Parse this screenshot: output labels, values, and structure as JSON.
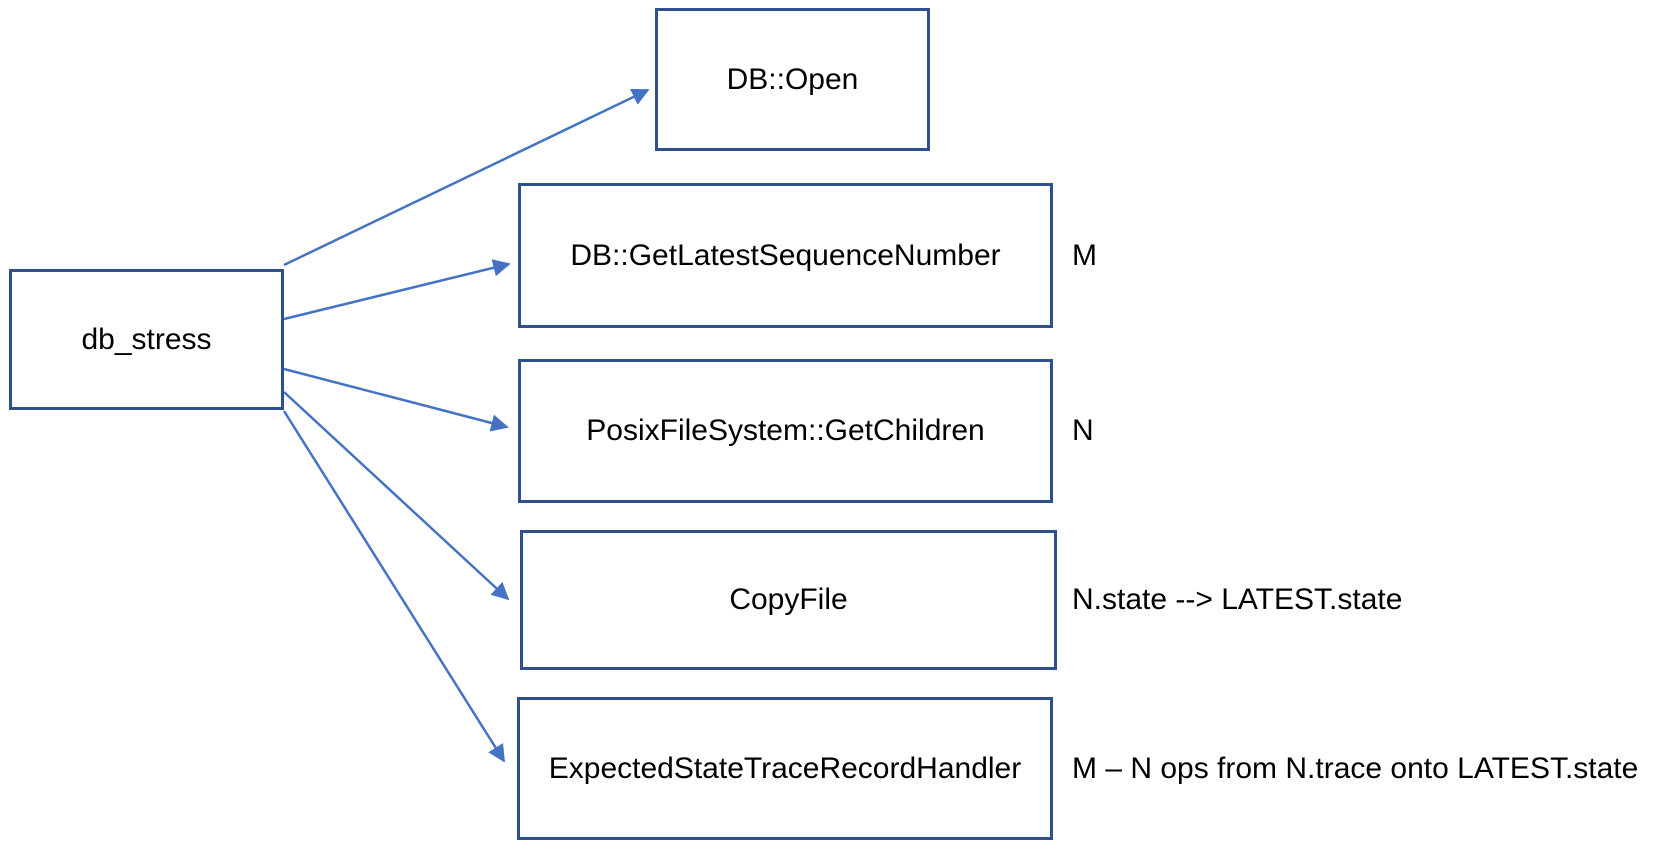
{
  "diagram": {
    "source": {
      "label": "db_stress"
    },
    "targets": [
      {
        "label": "DB::Open",
        "annotation": ""
      },
      {
        "label": "DB::GetLatestSequenceNumber",
        "annotation": "M"
      },
      {
        "label": "PosixFileSystem::GetChildren",
        "annotation": "N"
      },
      {
        "label": "CopyFile",
        "annotation": "N.state --> LATEST.state"
      },
      {
        "label": "ExpectedStateTraceRecordHandler",
        "annotation": "M – N ops from N.trace onto LATEST.state"
      }
    ]
  },
  "colors": {
    "box_border": "#30508C",
    "arrow": "#4472C4",
    "text": "#000000",
    "background": "#FFFFFF"
  }
}
